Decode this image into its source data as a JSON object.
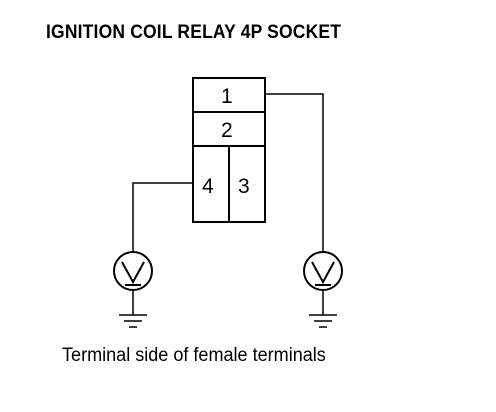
{
  "title": "IGNITION COIL RELAY 4P SOCKET",
  "caption": "Terminal side of female terminals",
  "terminals": [
    "1",
    "2",
    "4",
    "3"
  ],
  "meters": [
    {
      "symbol": "V",
      "type": "voltmeter"
    },
    {
      "symbol": "V",
      "type": "voltmeter"
    }
  ],
  "icons": [
    "voltmeter-icon",
    "ground-icon"
  ]
}
